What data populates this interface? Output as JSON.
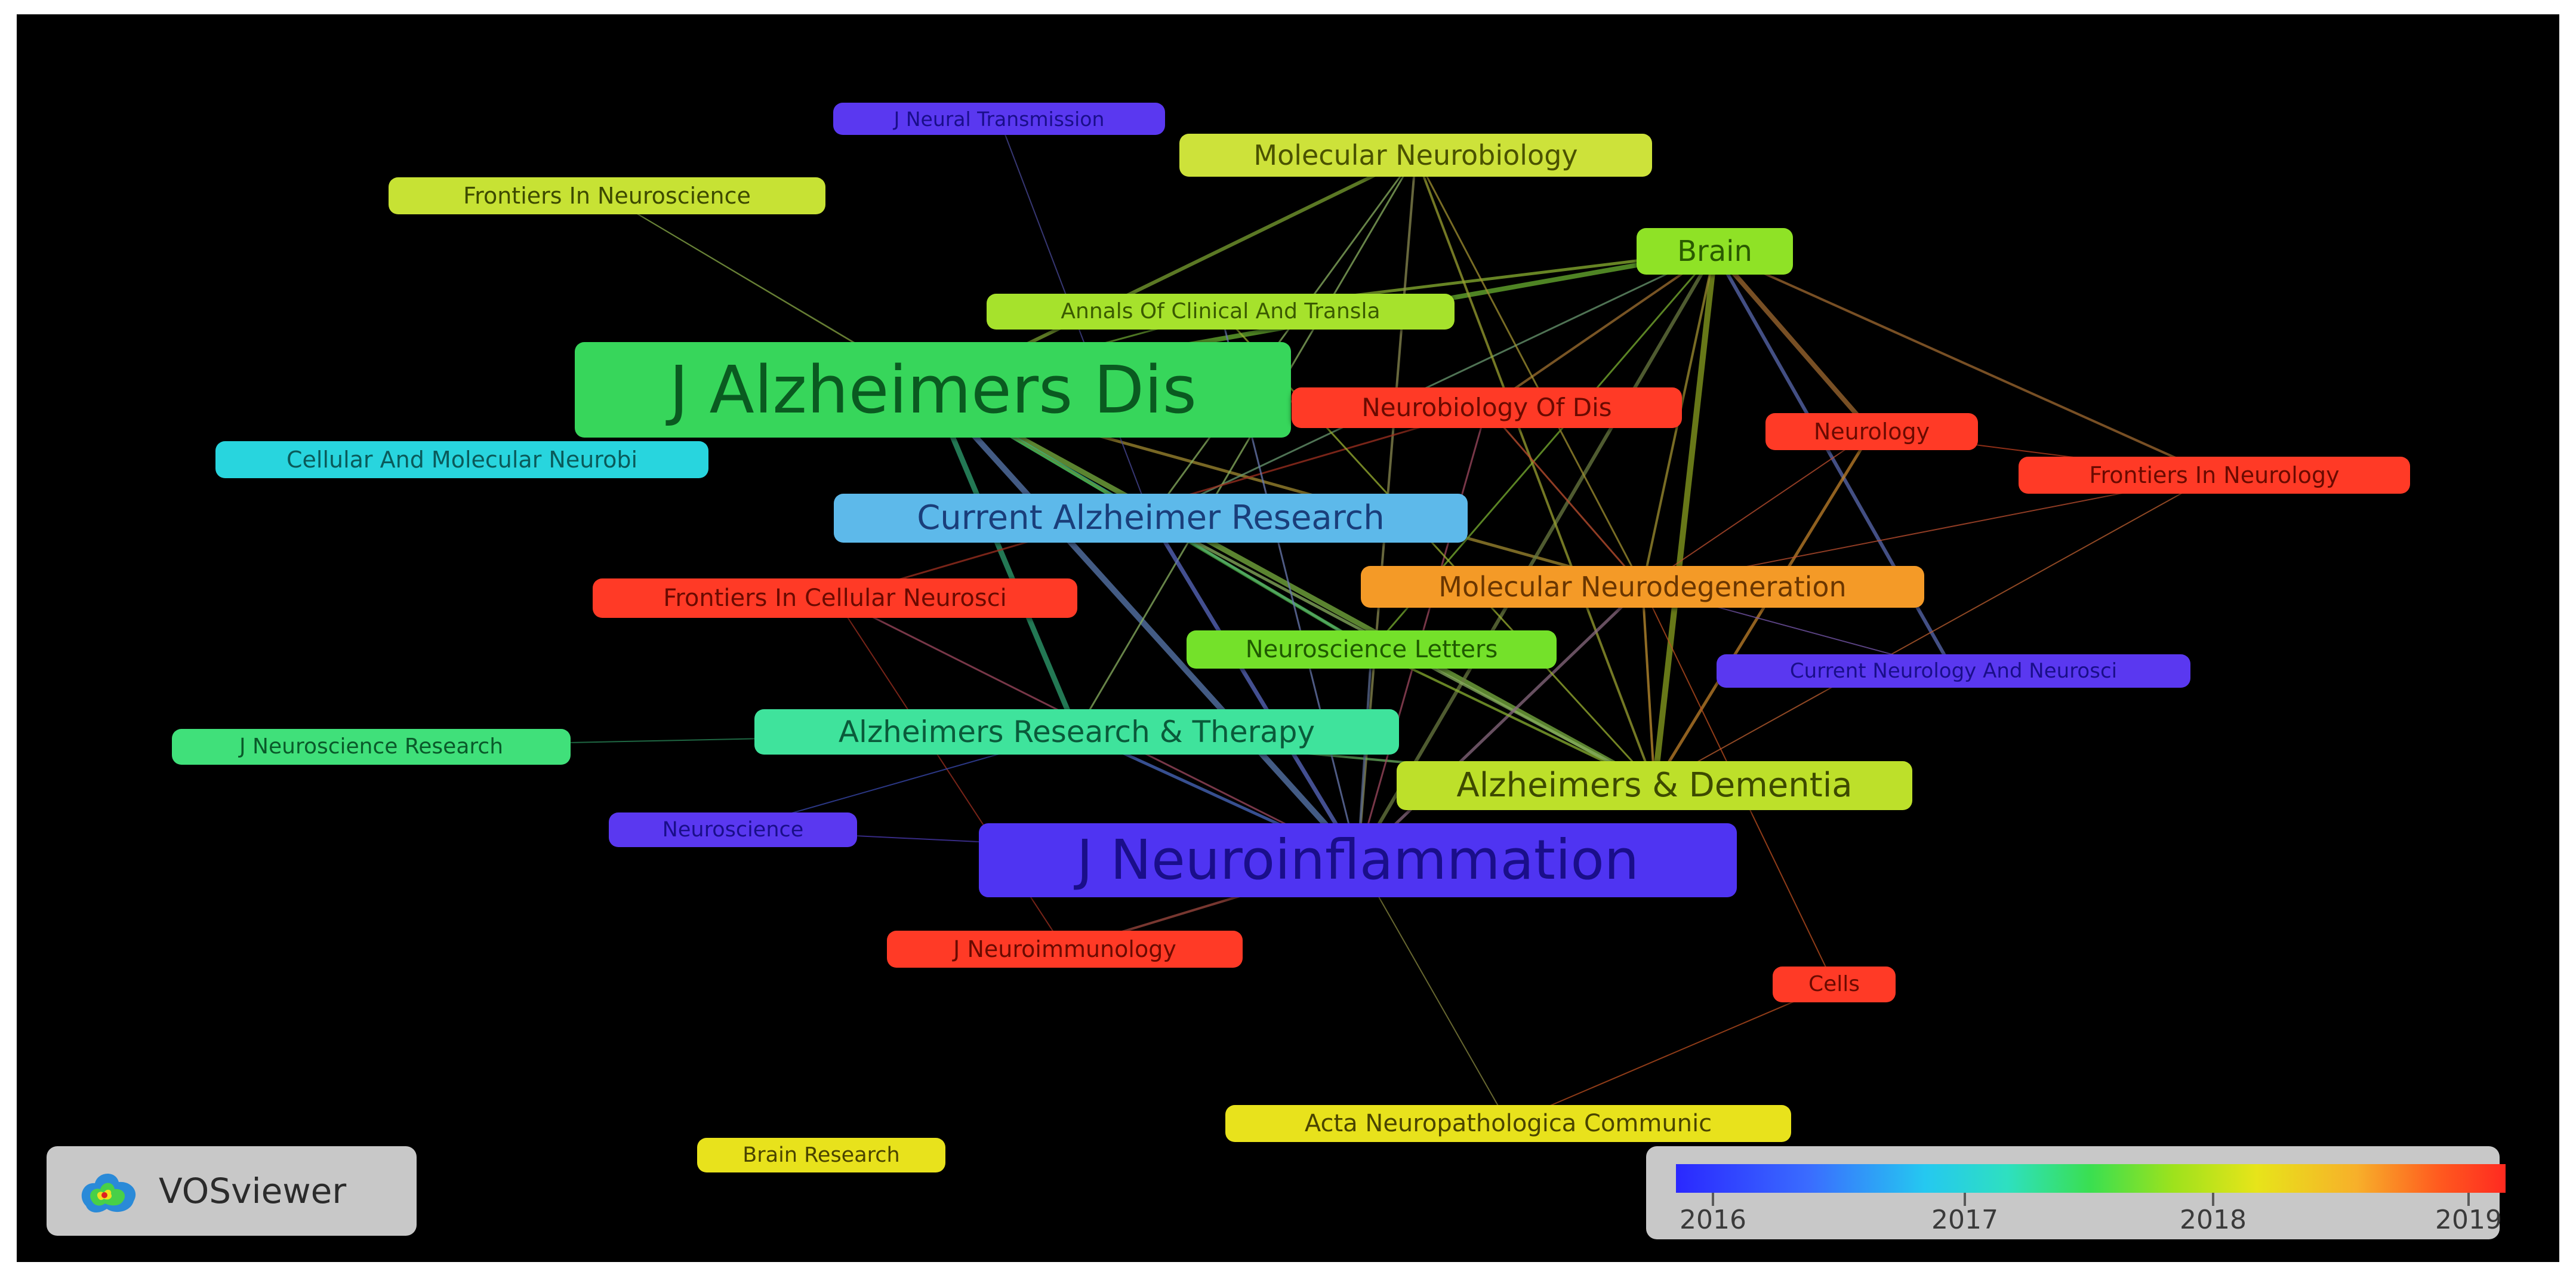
{
  "app": {
    "logo_text": "VOSviewer"
  },
  "legend": {
    "ticks": [
      "2016",
      "2017",
      "2018",
      "2019"
    ]
  },
  "nodes": [
    {
      "id": "j-alzheimers-dis",
      "label": "J Alzheimers Dis",
      "color": "#37d65b"
    },
    {
      "id": "j-neuroinflammation",
      "label": "J Neuroinflammation",
      "color": "#4f34f2"
    },
    {
      "id": "current-alzheimer-research",
      "label": "Current Alzheimer Research",
      "color": "#5db9ea"
    },
    {
      "id": "alzheimers-dementia",
      "label": "Alzheimers & Dementia",
      "color": "#bde02a"
    },
    {
      "id": "alzheimers-research-therapy",
      "label": "Alzheimers Research & Therapy",
      "color": "#3fe39c"
    },
    {
      "id": "molecular-neurodegeneration",
      "label": "Molecular Neurodegeneration",
      "color": "#f49a27"
    },
    {
      "id": "molecular-neurobiology",
      "label": "Molecular Neurobiology",
      "color": "#cde23a"
    },
    {
      "id": "brain",
      "label": "Brain",
      "color": "#8fe226"
    },
    {
      "id": "neurobiology-of-dis",
      "label": "Neurobiology Of Dis",
      "color": "#ff3a26"
    },
    {
      "id": "neuroscience-letters",
      "label": "Neuroscience Letters",
      "color": "#74e12a"
    },
    {
      "id": "annals-clinical-transla",
      "label": "Annals Of Clinical And Transla",
      "color": "#a6e22c"
    },
    {
      "id": "frontiers-in-neuroscience",
      "label": "Frontiers In Neuroscience",
      "color": "#c7e234"
    },
    {
      "id": "j-neural-transmission",
      "label": "J Neural Transmission",
      "color": "#5a38f0"
    },
    {
      "id": "cellular-molecular-neurobi",
      "label": "Cellular And Molecular Neurobi",
      "color": "#28d5de"
    },
    {
      "id": "frontiers-cellular-neurosci",
      "label": "Frontiers In Cellular Neurosci",
      "color": "#ff3a26"
    },
    {
      "id": "neurology",
      "label": "Neurology",
      "color": "#ff3a26"
    },
    {
      "id": "frontiers-in-neurology",
      "label": "Frontiers In Neurology",
      "color": "#ff3a26"
    },
    {
      "id": "current-neurology-neurosci",
      "label": "Current Neurology And Neurosci",
      "color": "#5a38f0"
    },
    {
      "id": "j-neuroscience-research",
      "label": "J Neuroscience Research",
      "color": "#40e07a"
    },
    {
      "id": "neuroscience",
      "label": "Neuroscience",
      "color": "#5a38f0"
    },
    {
      "id": "j-neuroimmunology",
      "label": "J Neuroimmunology",
      "color": "#ff3a26"
    },
    {
      "id": "cells",
      "label": "Cells",
      "color": "#ff3a26"
    },
    {
      "id": "acta-neuropathologica-communic",
      "label": "Acta Neuropathologica Communic",
      "color": "#e8e21c"
    },
    {
      "id": "brain-research",
      "label": "Brain Research",
      "color": "#e8e21c"
    }
  ]
}
